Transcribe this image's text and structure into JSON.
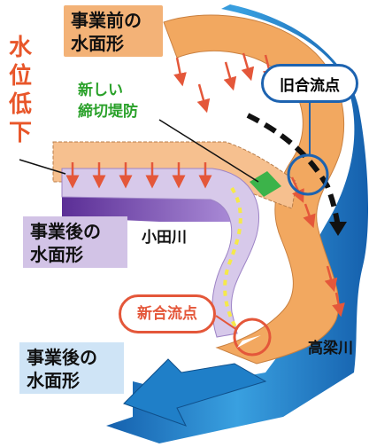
{
  "labels": {
    "water_level_drop": [
      "水",
      "位",
      "低",
      "下"
    ],
    "before_surface": [
      "事業前の",
      "水面形"
    ],
    "new_levee": [
      "新しい",
      "締切堤防"
    ],
    "after_surface_oda": [
      "事業後の",
      "水面形"
    ],
    "oda_river": "小田川",
    "old_confluence": "旧合流点",
    "new_confluence": "新合流点",
    "after_surface_takahashi": [
      "事業後の",
      "水面形"
    ],
    "takahashi_river": "高梁川"
  },
  "colors": {
    "river_top_orange": "#f2a860",
    "river_side_blue": "#1f7fc8",
    "oda_purple": "#8b5cc0",
    "oda_top_lavender": "#d7c9ea",
    "arrow_red": "#e4573a",
    "levee_green": "#3cb34a",
    "confluence_blue": "#1d63b0",
    "confluence_red": "#e4573a",
    "dash_yellow": "#f5e94a"
  }
}
